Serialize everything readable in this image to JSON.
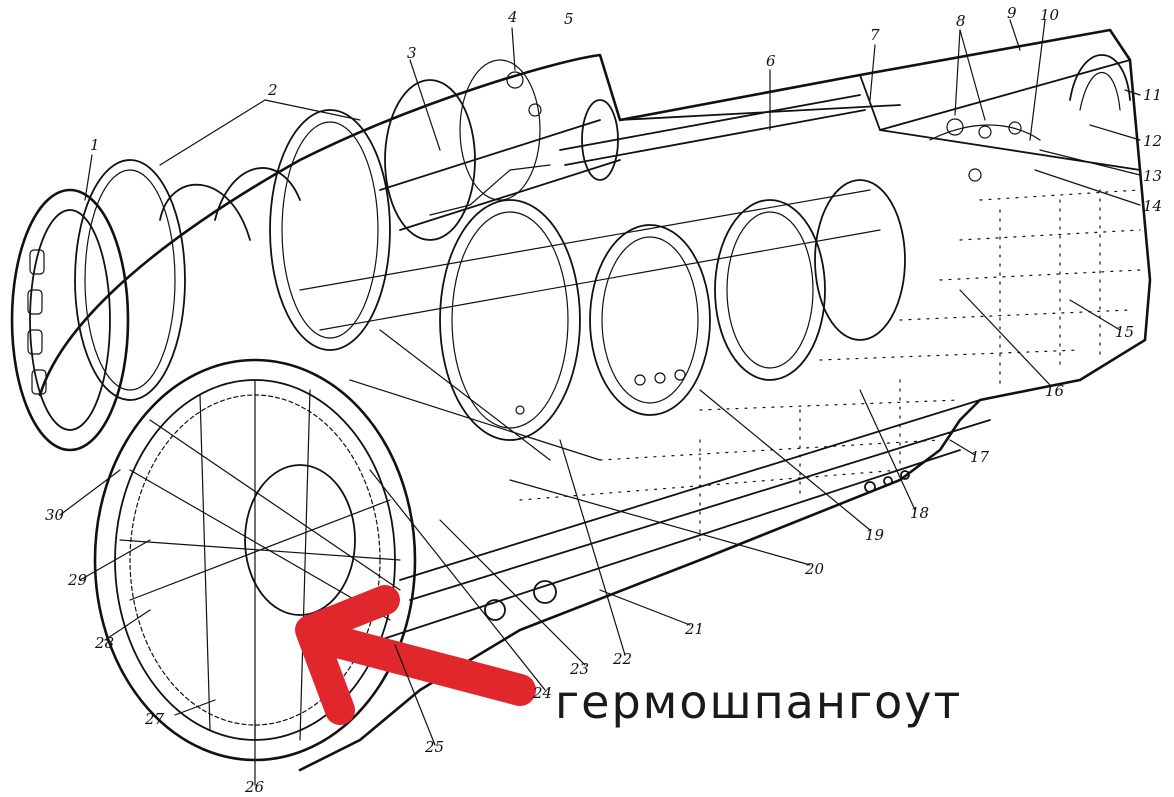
{
  "caption": "гермошпангоут",
  "arrow_color": "#e0272b",
  "callouts": [
    "1",
    "2",
    "3",
    "4",
    "5",
    "6",
    "7",
    "8",
    "9",
    "10",
    "11",
    "12",
    "13",
    "14",
    "15",
    "16",
    "17",
    "18",
    "19",
    "20",
    "21",
    "22",
    "23",
    "24",
    "25",
    "26",
    "27",
    "28",
    "29",
    "30"
  ]
}
